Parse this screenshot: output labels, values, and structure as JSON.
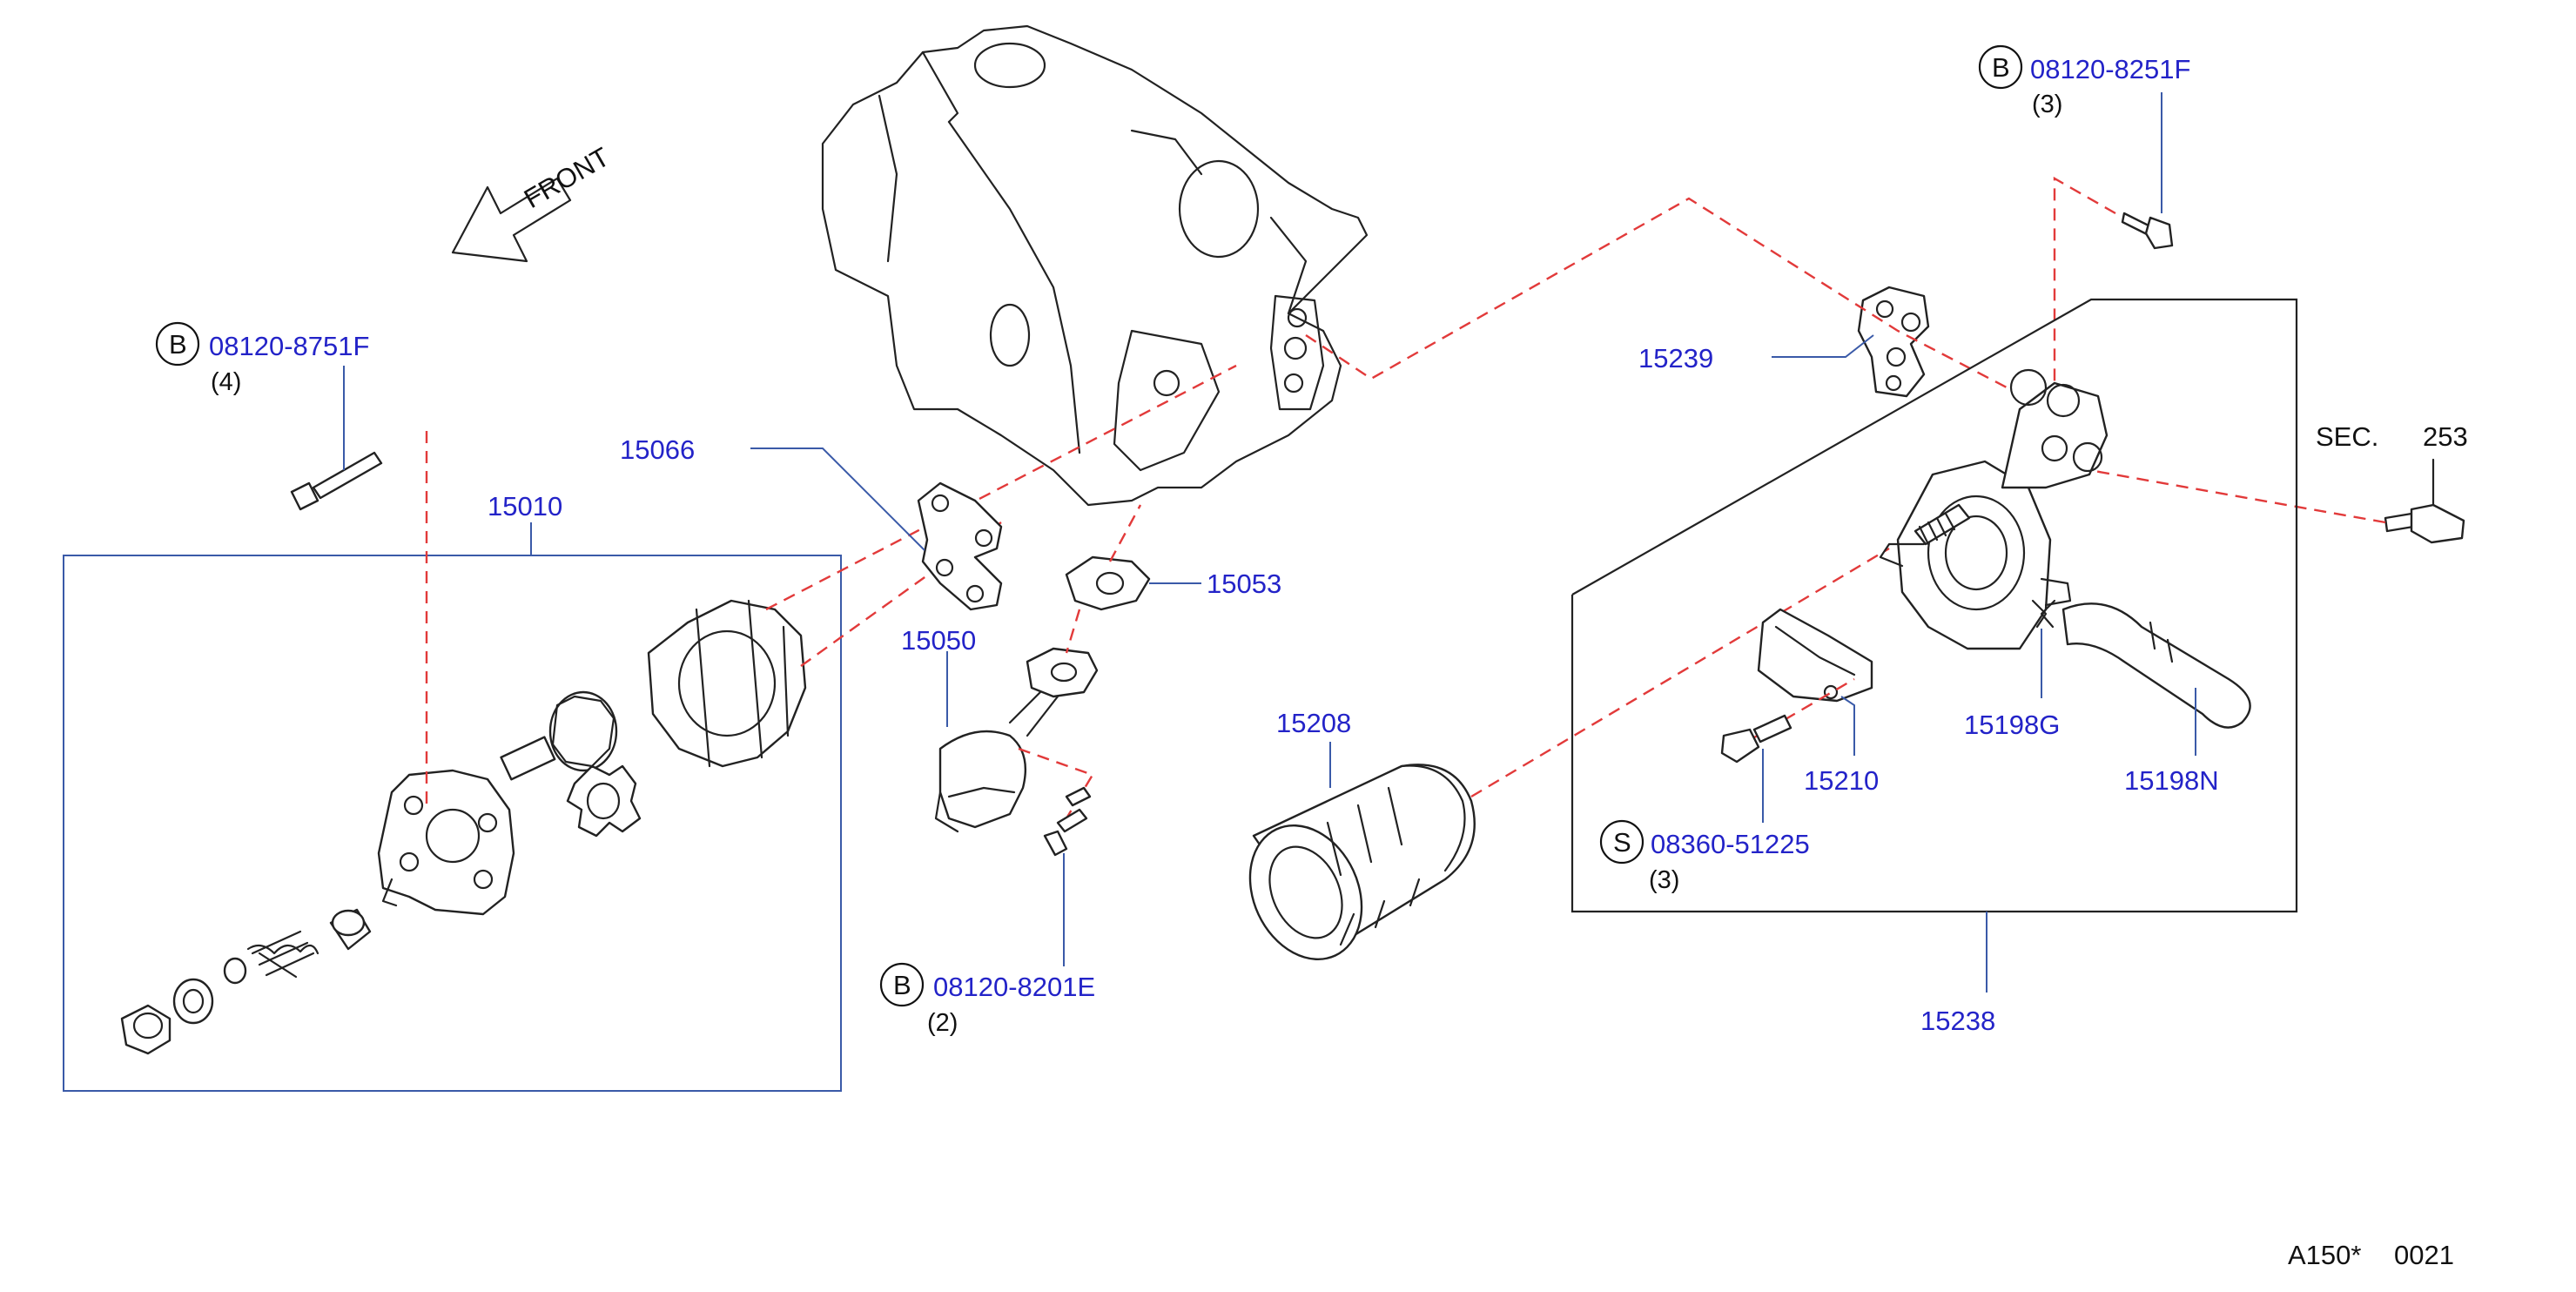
{
  "front": {
    "label": "FRONT"
  },
  "sec": {
    "label": "SEC.",
    "number": "253"
  },
  "footer": {
    "code": "A150*",
    "page": "0021"
  },
  "callouts": {
    "p15010": "15010",
    "p15066": "15066",
    "p15053": "15053",
    "p15050": "15050",
    "p15208": "15208",
    "p15239": "15239",
    "p15210": "15210",
    "p15198G": "15198G",
    "p15198N": "15198N",
    "p15238": "15238"
  },
  "fasteners": [
    {
      "badge": "B",
      "part": "08120-8751F",
      "qty": "(4)"
    },
    {
      "badge": "B",
      "part": "08120-8201E",
      "qty": "(2)"
    },
    {
      "badge": "B",
      "part": "08120-8251F",
      "qty": "(3)"
    },
    {
      "badge": "S",
      "part": "08360-51225",
      "qty": "(3)"
    }
  ],
  "colors": {
    "callout": "#2323c8",
    "leader": "#3a5aa8",
    "dashed_guide": "#e23a3a",
    "outline": "#222222"
  }
}
